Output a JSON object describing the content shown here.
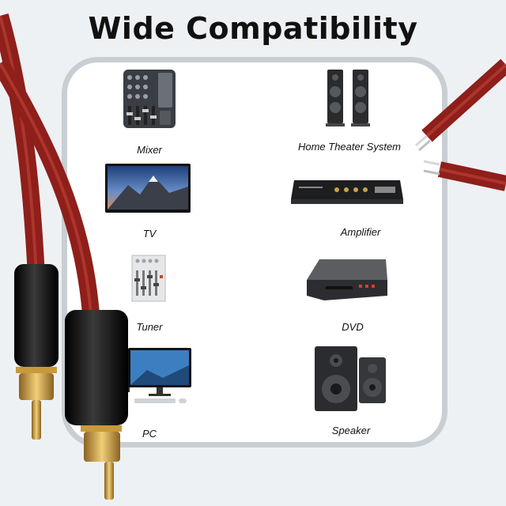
{
  "title": "Wide Compatibility",
  "devices": [
    {
      "label": "Mixer",
      "icon": "mixer-icon"
    },
    {
      "label": "Home Theater System",
      "icon": "tower-speakers-icon"
    },
    {
      "label": "TV",
      "icon": "tv-icon"
    },
    {
      "label": "Amplifier",
      "icon": "amplifier-icon"
    },
    {
      "label": "Tuner",
      "icon": "tuner-icon"
    },
    {
      "label": "DVD",
      "icon": "dvd-player-icon"
    },
    {
      "label": "PC",
      "icon": "desktop-pc-icon"
    },
    {
      "label": "Speaker",
      "icon": "bookshelf-speakers-icon"
    }
  ],
  "colors": {
    "cable": "#8e1f1a",
    "connector": "#1a1a1a",
    "gold": "#c89a3a",
    "panel_border": "#c9ced3"
  }
}
